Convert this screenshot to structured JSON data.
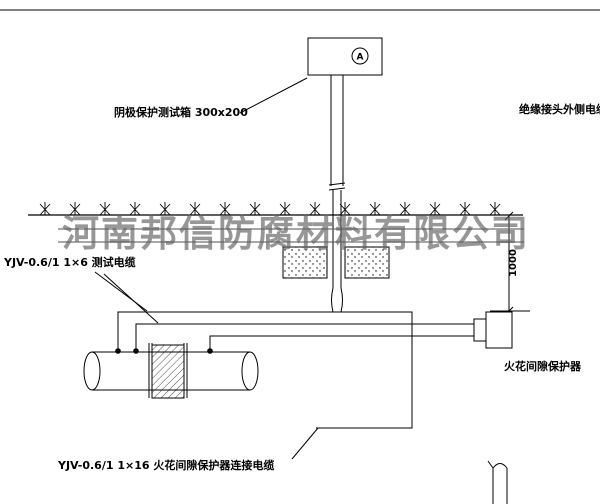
{
  "watermark": {
    "text": "河南邦信防腐材料有限公司"
  },
  "test_box": {
    "label": "阴极保护测试箱 300x200",
    "meter": "A"
  },
  "labels": {
    "insulated_joint_cable": "绝缘接头外侧电缆",
    "test_cable": "YJV-0.6/1 1×6  测试电缆",
    "spark_gap_protector": "火花间隙保护器",
    "protector_cable": "YJV-0.6/1 1×16  火花间隙保护器连接电缆"
  },
  "dimension": {
    "value": "1000"
  },
  "colors": {
    "line": "#000000",
    "watermark_gray": "#5f5f5f"
  }
}
